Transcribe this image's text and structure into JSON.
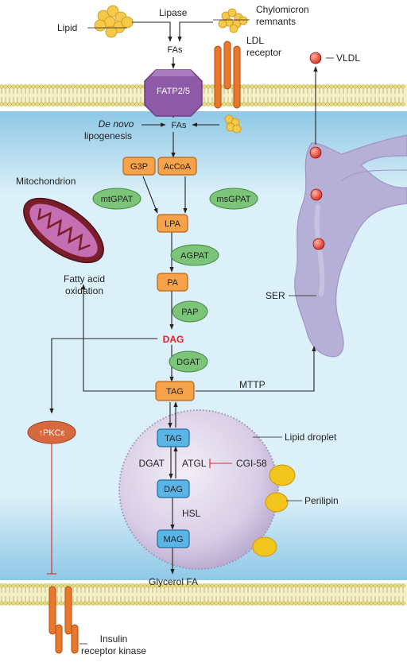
{
  "labels": {
    "lipid": "Lipid",
    "lipase": "Lipase",
    "chylomicron_1": "Chylomicron",
    "chylomicron_2": "remnants",
    "fas_top": "FAs",
    "ldl_1": "LDL",
    "ldl_2": "receptor",
    "vldl": "VLDL",
    "fatp": "FATP2/5",
    "de_novo_1": "De novo",
    "de_novo_2": "lipogenesis",
    "fas_mid": "FAs",
    "g3p": "G3P",
    "acoa": "AcCoA",
    "mitochondrion": "Mitochondrion",
    "mtgpat": "mtGPAT",
    "msgpat": "msGPAT",
    "lpa": "LPA",
    "agpat": "AGPAT",
    "pa": "PA",
    "pap": "PAP",
    "fatty_acid_1": "Fatty acid",
    "fatty_acid_2": "oxidation",
    "ser": "SER",
    "dag": "DAG",
    "dgat": "DGAT",
    "tag": "TAG",
    "mttp": "MTTP",
    "pkc": "↑PKCε",
    "lipid_droplet": "Lipid droplet",
    "ld_tag": "TAG",
    "ld_dgat": "DGAT",
    "ld_atgl": "ATGL",
    "cgi58": "CGI-58",
    "ld_dag": "DAG",
    "perilipin": "Perilipin",
    "hsl": "HSL",
    "mag": "MAG",
    "glycerol_fa": "Glycerol FA",
    "insulin_1": "Insulin",
    "insulin_2": "receptor kinase"
  },
  "colors": {
    "orange_box": "#f6a24a",
    "blue_box": "#5ab4e6",
    "green_enzyme": "#7cc47a",
    "dag_red": "#e8212a",
    "membrane_orange": "#e9782a",
    "droplet": "#d9cde6",
    "er": "#b7b0d6"
  }
}
